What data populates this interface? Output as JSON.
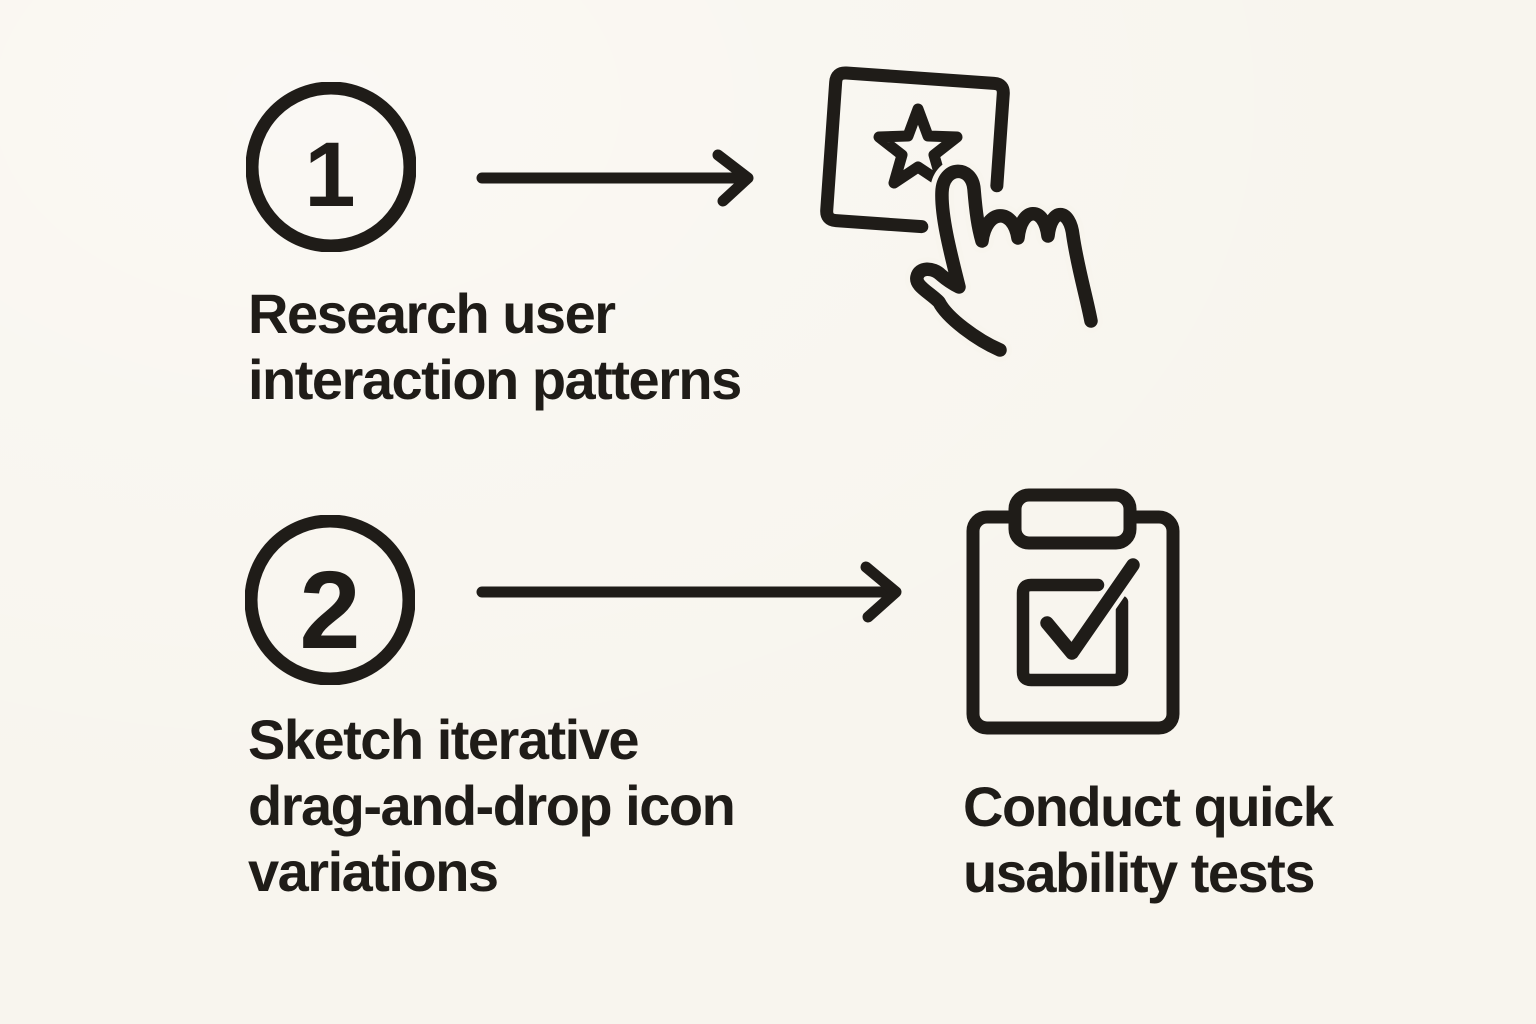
{
  "colors": {
    "background": "#f8f5ee",
    "ink": "#1f1c18"
  },
  "steps": [
    {
      "number": "1",
      "label_lines": [
        "Research user",
        "interaction patterns"
      ],
      "icon": "star-tap-icon"
    },
    {
      "number": "2",
      "label_lines": [
        "Sketch iterative",
        "drag-and-drop icon",
        "variations"
      ],
      "icon": "clipboard-check-icon",
      "icon_caption_lines": [
        "Conduct quick",
        "usability tests"
      ]
    }
  ]
}
